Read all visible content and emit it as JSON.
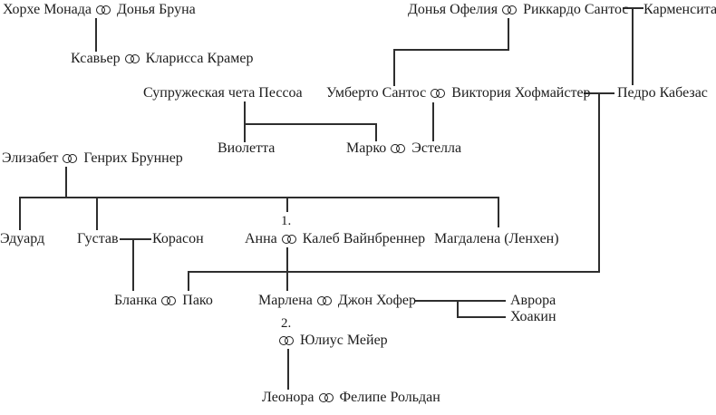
{
  "colors": {
    "background": "#ffffff",
    "text": "#1d1d1d",
    "line": "#2e2e2e"
  },
  "symbols": {
    "marriage": "interlocked-rings"
  },
  "labels": {
    "marriage1": "1.",
    "marriage2": "2."
  },
  "nodes": {
    "jorge": {
      "left": "Хорхе Монада",
      "right": "Донья Бруна"
    },
    "ofelia": {
      "left": "Донья Офелия",
      "right": "Риккардо Сантос"
    },
    "carmencita": {
      "name": "Карменсита"
    },
    "xavier": {
      "left": "Ксавьер",
      "right": "Кларисса Крамер"
    },
    "pessoa": {
      "name": "Супружеская чета Пессоа"
    },
    "umberto": {
      "left": "Умберто Сантос",
      "right": "Виктория Хофмайстер"
    },
    "pedro": {
      "name": "Педро Кабезас"
    },
    "violetta": {
      "name": "Виолетта"
    },
    "marko": {
      "left": "Марко",
      "right": "Эстелла"
    },
    "elisabet": {
      "left": "Элизабет",
      "right": "Генрих Бруннер"
    },
    "eduard": {
      "name": "Эдуард"
    },
    "gustav": {
      "name": "Густав"
    },
    "corason": {
      "name": "Корасон"
    },
    "anna": {
      "left": "Анна",
      "right": "Калеб Вайнбреннер"
    },
    "magdalena": {
      "name": "Магдалена (Ленхен)"
    },
    "blanka": {
      "left": "Бланка",
      "right": "Пако"
    },
    "marlena": {
      "left": "Марлена",
      "right": "Джон Хофер"
    },
    "avrora": {
      "name": "Аврора"
    },
    "hoakin": {
      "name": "Хоакин"
    },
    "julius": {
      "name": "Юлиус Мейер"
    },
    "leonora": {
      "left": "Леонора",
      "right": "Фелипе Рольдан"
    }
  }
}
